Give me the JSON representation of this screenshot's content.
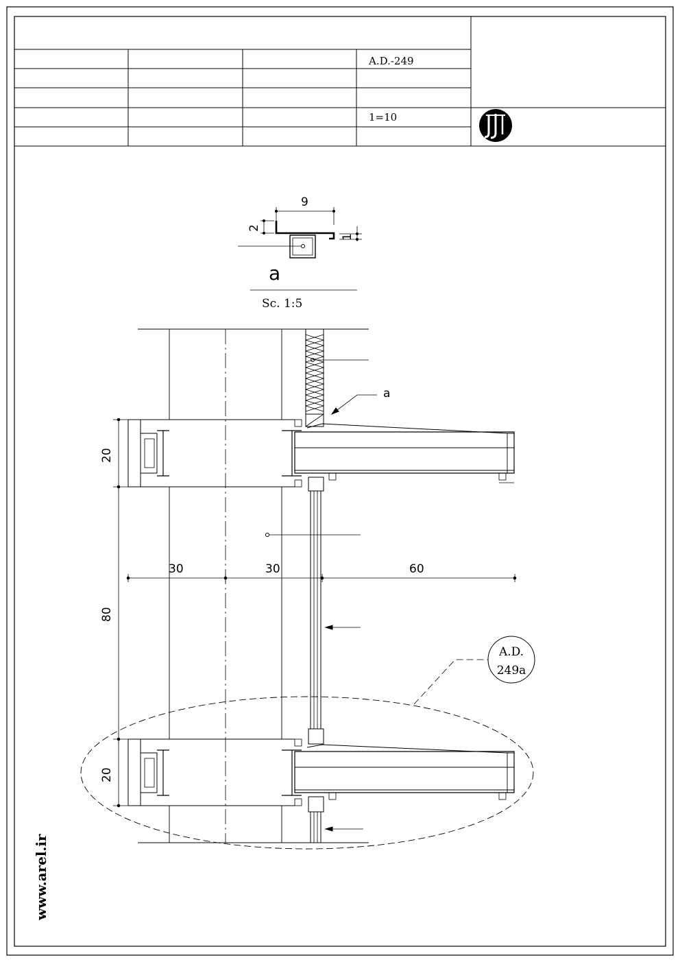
{
  "title_block": {
    "drawing_no": "A.D.-249",
    "scale": "1=10"
  },
  "detail_a": {
    "dim_width": "9",
    "dim_height_left": "2",
    "dim_height_right": "1",
    "label": "a",
    "scale": "Sc. 1:5"
  },
  "section": {
    "callout_a": "a",
    "dim_top_beam": "20",
    "dim_span": "80",
    "dim_bottom_beam": "20",
    "dim_h1": "30",
    "dim_h2": "30",
    "dim_h3": "60",
    "detail_ref_line1": "A.D.",
    "detail_ref_line2": "249a"
  },
  "watermark": "www.arel.ir",
  "logo_icon": "jj-monogram-icon"
}
